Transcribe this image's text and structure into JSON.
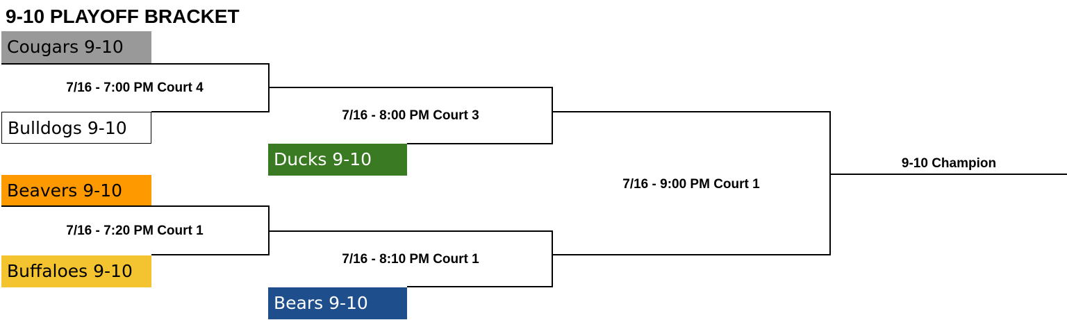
{
  "title": "9-10 PLAYOFF BRACKET",
  "teams": {
    "cougars": {
      "label": "Cougars 9-10",
      "color": "#999999",
      "text_color": "#000000"
    },
    "bulldogs": {
      "label": "Bulldogs 9-10",
      "color": "#ffffff",
      "text_color": "#000000"
    },
    "ducks": {
      "label": "Ducks 9-10",
      "color": "#3a7a22",
      "text_color": "#ffffff"
    },
    "beavers": {
      "label": "Beavers 9-10",
      "color": "#ff9900",
      "text_color": "#000000"
    },
    "buffaloes": {
      "label": "Buffaloes 9-10",
      "color": "#f4c430",
      "text_color": "#000000"
    },
    "bears": {
      "label": "Bears 9-10",
      "color": "#1f4e8c",
      "text_color": "#ffffff"
    }
  },
  "games": {
    "g1": "7/16 - 7:00 PM Court 4",
    "g2": "7/16 - 7:20 PM Court 1",
    "g3": "7/16 - 8:00 PM Court 3",
    "g4": "7/16 - 8:10 PM Court 1",
    "g5": "7/16 - 9:00 PM Court 1"
  },
  "champion": "9-10 Champion"
}
